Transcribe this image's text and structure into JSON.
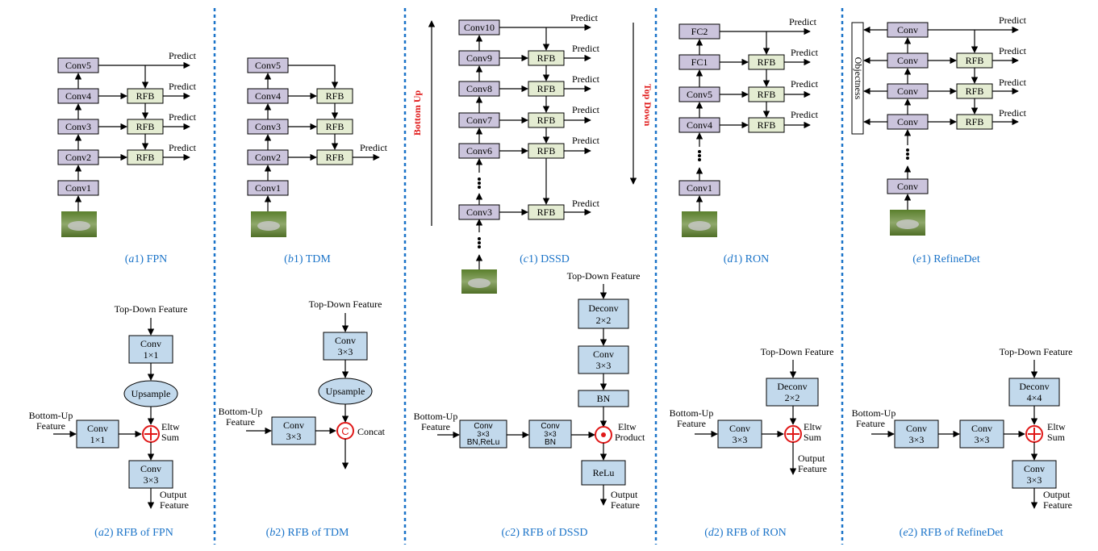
{
  "labels": {
    "predict": "Predict",
    "conv1": "Conv1",
    "conv2": "Conv2",
    "conv3": "Conv3",
    "conv4": "Conv4",
    "conv5": "Conv5",
    "conv6": "Conv6",
    "conv7": "Conv7",
    "conv8": "Conv8",
    "conv9": "Conv9",
    "conv10": "Conv10",
    "fc1": "FC1",
    "fc2": "FC2",
    "conv": "Conv",
    "rfb": "RFB",
    "objectness": "Objectness",
    "bottom_up": "Bottom Up",
    "top_down": "Top Down",
    "top_down_feature": "Top-Down Feature",
    "bottom_up_l1": "Bottom-Up",
    "feature": "Feature",
    "output": "Output",
    "upsample": "Upsample",
    "eltw": "Eltw",
    "sum": "Sum",
    "product": "Product",
    "concat": "Concat",
    "k1x1": "1×1",
    "k3x3": "3×3",
    "k2x2": "2×2",
    "k4x4": "4×4",
    "deconv": "Deconv",
    "bn": "BN",
    "relu": "ReLu",
    "bn_relu": "BN,ReLu",
    "c_symbol": "C"
  },
  "captions": {
    "a1_letter": "a",
    "a1_rest": "1) FPN",
    "b1_letter": "b",
    "b1_rest": "1) TDM",
    "c1_letter": "c",
    "c1_rest": "1) DSSD",
    "d1_letter": "d",
    "d1_rest": "1) RON",
    "e1_letter": "e",
    "e1_rest": "1) RefineDet",
    "a2_letter": "a",
    "a2_rest": "2) RFB of FPN",
    "b2_letter": "b",
    "b2_rest": "2) RFB of TDM",
    "c2_letter": "c",
    "c2_rest": "2) RFB of DSSD",
    "d2_letter": "d",
    "d2_rest": "2) RFB of RON",
    "e2_letter": "e",
    "e2_rest": "2) RFB of RefineDet"
  },
  "colors": {
    "conv_box": "#cbc4dc",
    "rfb_box": "#e4ecd2",
    "module_box": "#c2d9ec",
    "caption": "#1a73c8",
    "separator": "#1a73c8",
    "operator": "#e01818"
  }
}
